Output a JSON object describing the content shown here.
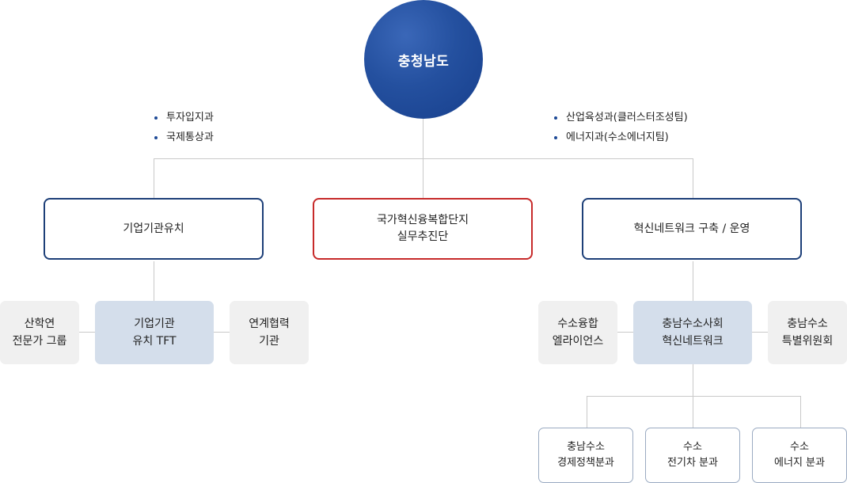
{
  "root": {
    "label": "충청남도"
  },
  "left_departments": [
    "투자입지과",
    "국제통상과"
  ],
  "right_departments": [
    "산업육성과(클러스터조성팀)",
    "에너지과(수소에너지팀)"
  ],
  "main": {
    "left": {
      "label": "기업기관유치"
    },
    "center": {
      "line1": "국가혁신융복합단지",
      "line2": "실무추진단"
    },
    "right": {
      "label": "혁신네트워크 구축 / 운영"
    }
  },
  "left_group": {
    "a": {
      "line1": "산학연",
      "line2": "전문가 그룹"
    },
    "b": {
      "line1": "기업기관",
      "line2": "유치 TFT"
    },
    "c": {
      "line1": "연계협력",
      "line2": "기관"
    }
  },
  "right_group": {
    "a": {
      "line1": "수소융합",
      "line2": "엘라이언스"
    },
    "b": {
      "line1": "충남수소사회",
      "line2": "혁신네트워크"
    },
    "c": {
      "line1": "충남수소",
      "line2": "특별위원회"
    }
  },
  "leaves": {
    "a": {
      "line1": "충남수소",
      "line2": "경제정책분과"
    },
    "b": {
      "line1": "수소",
      "line2": "전기차 분과"
    },
    "c": {
      "line1": "수소",
      "line2": "에너지 분과"
    }
  },
  "colors": {
    "root_fill": "#24509f",
    "main_border": "#1d3f78",
    "center_border": "#c72a2a",
    "highlight_fill": "#d4deeb",
    "sub_fill": "#f0f0f0",
    "connector": "#c9c9c9",
    "bullet": "#1e4a96"
  }
}
